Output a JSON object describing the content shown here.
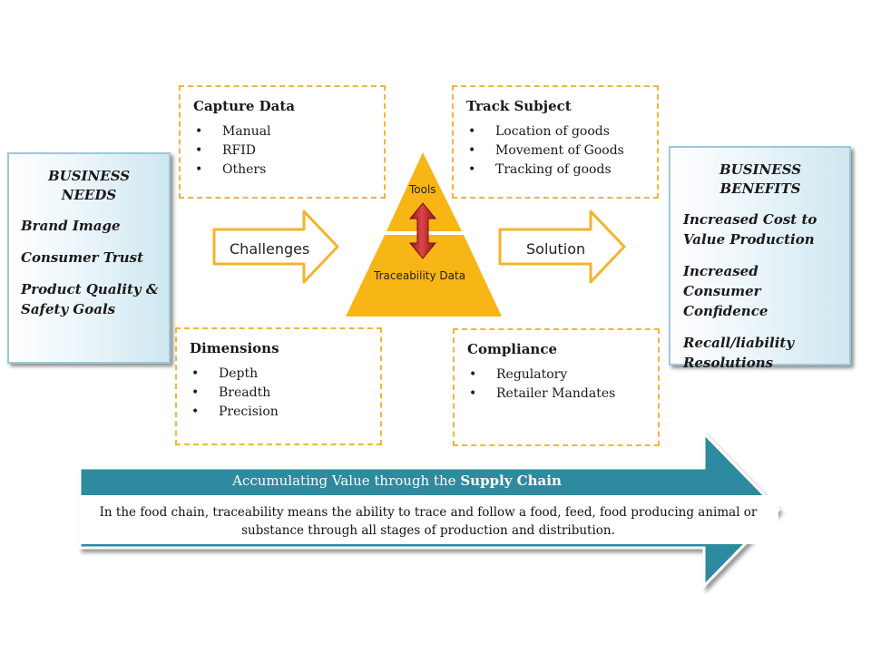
{
  "business_needs": {
    "title": "BUSINESS NEEDS",
    "items": [
      "Brand Image",
      "Consumer Trust",
      "Product Quality & Safety Goals"
    ]
  },
  "business_benefits": {
    "title": "BUSINESS BENEFITS",
    "items": [
      "Increased Cost to Value Production",
      "Increased Consumer Confidence",
      "Recall/liability Resolutions"
    ]
  },
  "capture_data": {
    "heading": "Capture Data",
    "items": [
      "Manual",
      "RFID",
      "Others"
    ]
  },
  "track_subject": {
    "heading": "Track Subject",
    "items": [
      "Location of goods",
      "Movement of Goods",
      "Tracking of goods"
    ]
  },
  "dimensions": {
    "heading": "Dimensions",
    "items": [
      "Depth",
      "Breadth",
      "Precision"
    ]
  },
  "compliance": {
    "heading": "Compliance",
    "items": [
      "Regulatory",
      "Retailer Mandates"
    ]
  },
  "arrows": {
    "challenges": "Challenges",
    "solution": "Solution"
  },
  "pyramid": {
    "top_label": "Tools",
    "bottom_label": "Traceability Data"
  },
  "banner": {
    "title_prefix": "Accumulating Value through the ",
    "title_bold": "Supply Chain",
    "description": "In the food chain, traceability means the ability to trace and follow a food, feed, food producing animal or substance through all stages of production and distribution."
  },
  "colors": {
    "dashed_border": "#f2b43c",
    "pyramid": "#f7b516",
    "arrow_outline": "#f4b42a",
    "banner": "#2d8a9e",
    "double_arrow": "#c8262e",
    "side_box_border": "#9cc8d9"
  }
}
